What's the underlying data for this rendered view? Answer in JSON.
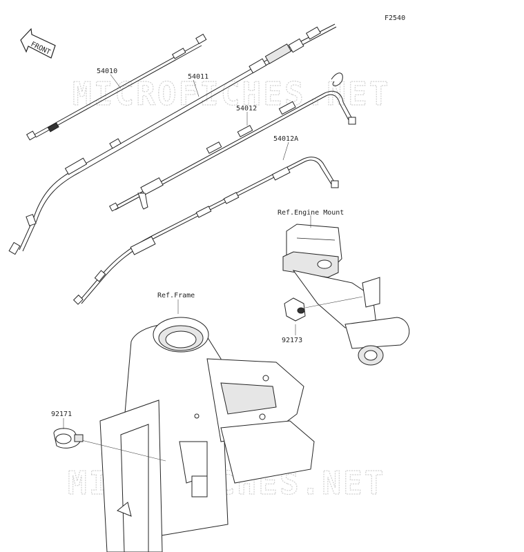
{
  "diagram": {
    "code": "F2540",
    "front_arrow_label": "FRONT",
    "watermark": "MICROFICHES.NET",
    "parts": [
      {
        "number": "54010",
        "label": "54010"
      },
      {
        "number": "54011",
        "label": "54011"
      },
      {
        "number": "54012",
        "label": "54012"
      },
      {
        "number": "54012A",
        "label": "54012A"
      },
      {
        "number": "92173",
        "label": "92173"
      },
      {
        "number": "92171",
        "label": "92171"
      }
    ],
    "references": {
      "engine_mount": "Ref.Engine Mount",
      "frame": "Ref.Frame"
    }
  }
}
